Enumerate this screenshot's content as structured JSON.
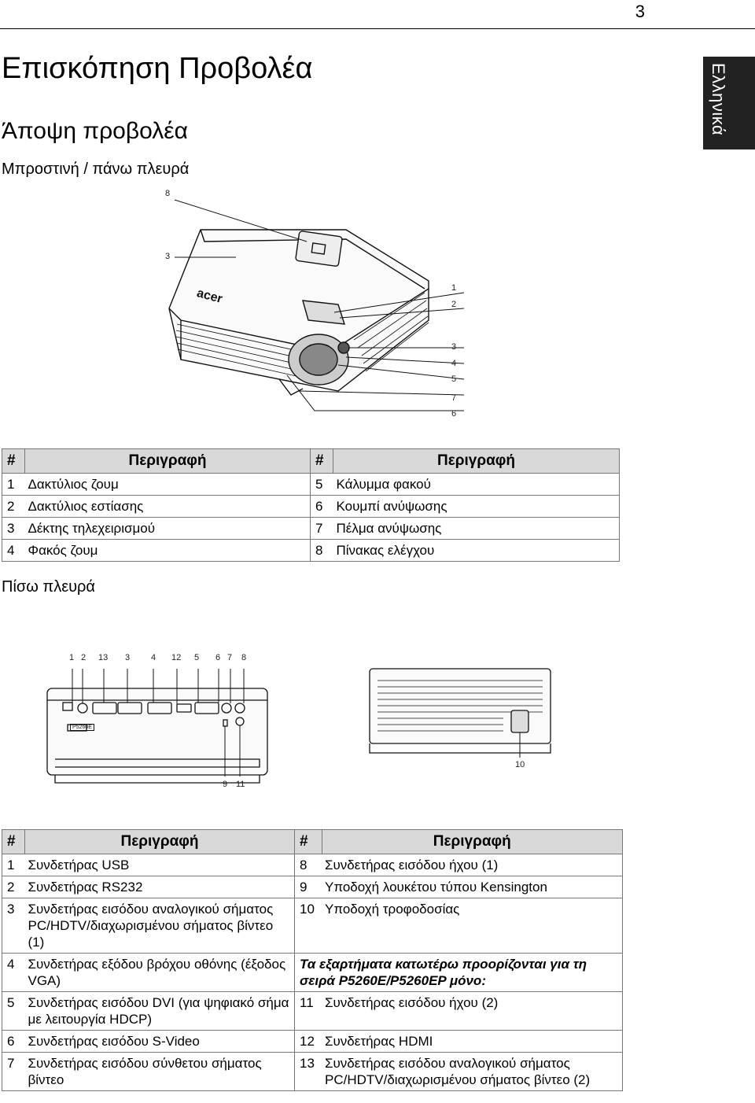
{
  "page_number": "3",
  "language_tab": "Ελληνικά",
  "page_title": "Επισκόπηση Προβολέα",
  "section_title": "Άποψη προβολέα",
  "front": {
    "label": "Μπροστινή / πάνω πλευρά",
    "callouts": [
      "8",
      "3",
      "1",
      "2",
      "3",
      "4",
      "5",
      "7",
      "6"
    ],
    "headers": [
      "#",
      "Περιγραφή",
      "#",
      "Περιγραφή"
    ],
    "rows": [
      {
        "n1": "1",
        "d1": "Δακτύλιος ζουμ",
        "n2": "5",
        "d2": "Κάλυμμα φακού"
      },
      {
        "n1": "2",
        "d1": "Δακτύλιος εστίασης",
        "n2": "6",
        "d2": "Κουμπί ανύψωσης"
      },
      {
        "n1": "3",
        "d1": "Δέκτης τηλεχειρισμού",
        "n2": "7",
        "d2": "Πέλμα ανύψωσης"
      },
      {
        "n1": "4",
        "d1": "Φακός ζουμ",
        "n2": "8",
        "d2": "Πίνακας ελέγχου"
      }
    ]
  },
  "rear": {
    "label": "Πίσω πλευρά",
    "callouts_top": [
      "1",
      "2",
      "13",
      "3",
      "4",
      "12",
      "5",
      "6",
      "7",
      "8"
    ],
    "callouts_bottom": [
      "9",
      "11"
    ],
    "callout_right": "10",
    "model_badge": "P5260E",
    "headers": [
      "#",
      "Περιγραφή",
      "#",
      "Περιγραφή"
    ],
    "rows": [
      {
        "n1": "1",
        "d1": "Συνδετήρας USB",
        "n2": "8",
        "d2": "Συνδετήρας εισόδου ήχου (1)"
      },
      {
        "n1": "2",
        "d1": "Συνδετήρας RS232",
        "n2": "9",
        "d2": "Υποδοχή λουκέτου τύπου Kensington"
      },
      {
        "n1": "3",
        "d1": "Συνδετήρας εισόδου αναλογικού σήματος PC/HDTV/διαχωρισμένου σήματος βίντεο (1)",
        "n2": "10",
        "d2": "Υποδοχή τροφοδοσίας"
      },
      {
        "n1": "4",
        "d1": "Συνδετήρας εξόδου βρόχου οθόνης (έξοδος VGA)",
        "n2": "",
        "d2": "Τα εξαρτήματα κατωτέρω προορίζονται για τη σειρά P5260E/P5260EP μόνο:"
      },
      {
        "n1": "5",
        "d1": "Συνδετήρας εισόδου DVI (για ψηφιακό σήμα με λειτουργία HDCP)",
        "n2": "11",
        "d2": "Συνδετήρας εισόδου ήχου (2)"
      },
      {
        "n1": "6",
        "d1": "Συνδετήρας εισόδου S-Video",
        "n2": "12",
        "d2": "Συνδετήρας HDMI"
      },
      {
        "n1": "7",
        "d1": "Συνδετήρας εισόδου σύνθετου σήματος βίντεο",
        "n2": "13",
        "d2": "Συνδετήρας εισόδου αναλογικού σήματος PC/HDTV/διαχωρισμένου σήματος βίντεο (2)"
      }
    ]
  }
}
